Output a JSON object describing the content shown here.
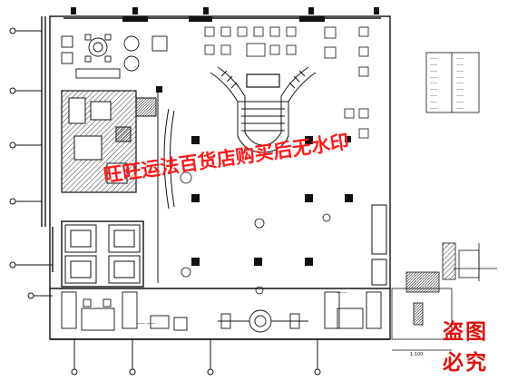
{
  "watermark": {
    "text": "旺旺运法百货店购买后无水印",
    "color": "#ff1a1a"
  },
  "stamp": {
    "line1": "盗图",
    "line2": "必究",
    "color": "#e01010"
  },
  "legend": {
    "rows": [
      {
        "left": "——",
        "right": "——"
      },
      {
        "left": "——",
        "right": "——"
      },
      {
        "left": "——",
        "right": "——"
      },
      {
        "left": "——",
        "right": "——"
      },
      {
        "left": "——",
        "right": "——"
      },
      {
        "left": "——",
        "right": "——"
      },
      {
        "left": "——",
        "right": "——"
      },
      {
        "left": "——",
        "right": "——"
      },
      {
        "left": "——",
        "right": "——"
      }
    ]
  },
  "labels": {
    "room_a": "—— ——",
    "room_b": "——",
    "scale_note": "1:100"
  },
  "colors": {
    "ink": "#111111",
    "hatch": "#333333"
  }
}
